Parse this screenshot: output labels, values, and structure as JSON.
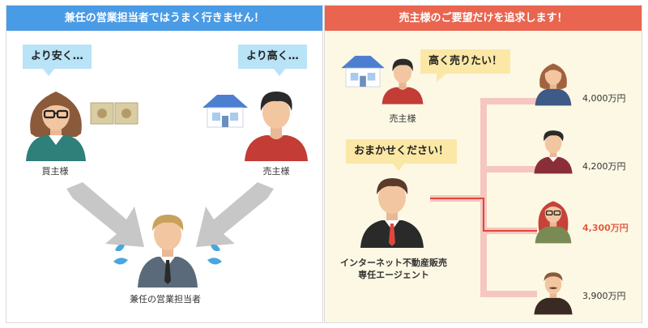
{
  "left_panel": {
    "header": "兼任の営業担当者ではうまく行きません！",
    "buyer_bubble": "より安く…",
    "seller_bubble": "より高く…",
    "buyer_label": "買主様",
    "seller_label": "売主様",
    "agent_label": "兼任の営業担当者"
  },
  "right_panel": {
    "header": "売主様のご要望だけを追求します！",
    "seller_bubble": "高く売りたい！",
    "seller_label": "売主様",
    "agent_bubble": "おまかせください！",
    "agent_label_line1": "インターネット不動産販売",
    "agent_label_line2": "専任エージェント",
    "buyers": [
      {
        "price": "4,000万円",
        "highlight": false
      },
      {
        "price": "4,200万円",
        "highlight": false
      },
      {
        "price": "4,300万円",
        "highlight": true
      },
      {
        "price": "3,900万円",
        "highlight": false
      }
    ]
  },
  "colors": {
    "left_header": "#4a9be6",
    "right_header": "#e9654f",
    "highlight_price": "#e25c44",
    "connector_pink": "#f6c6c0",
    "connector_red": "#e0473a"
  }
}
